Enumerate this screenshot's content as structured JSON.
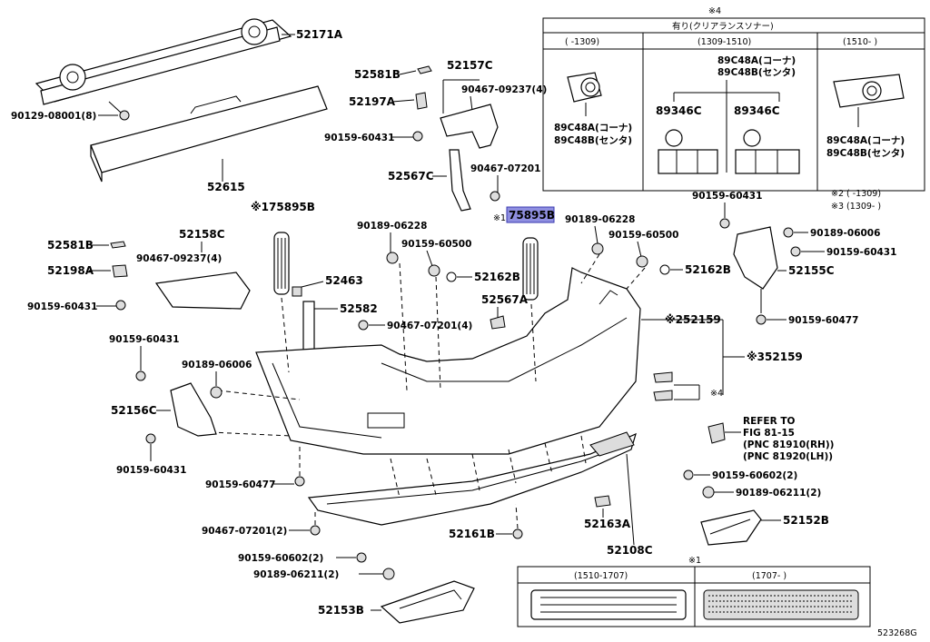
{
  "figure_id": "523268G",
  "highlight_color": "#8f8fe0",
  "parts": {
    "p52171A": "52171A",
    "p52615": "52615",
    "p90129": "90129-08001(8)",
    "p52581B_1": "52581B",
    "p52197A": "52197A",
    "p90159_60431_a": "90159-60431",
    "p52157C": "52157C",
    "p90467_09237_a": "90467-09237(4)",
    "p52567C": "52567C",
    "p90467_07201_a": "90467-07201",
    "p175895B_left": "※175895B",
    "p175895B_hl": "75895B",
    "p175895B_hl_mark": "※1",
    "p52158C": "52158C",
    "p52581B_2": "52581B",
    "p52198A": "52198A",
    "p90467_09237_b": "90467-09237(4)",
    "p90159_60431_b": "90159-60431",
    "p90189_06228_a": "90189-06228",
    "p90159_60500_a": "90159-60500",
    "p52162B_a": "52162B",
    "p52463": "52463",
    "p52582": "52582",
    "p90467_07201_b": "90467-07201(4)",
    "p52567A": "52567A",
    "p90189_06228_b": "90189-06228",
    "p90159_60500_b": "90159-60500",
    "p52162B_b": "52162B",
    "p90159_60431_c": "90159-60431",
    "p90189_06006_a": "90189-06006",
    "p90159_60431_d": "90159-60431",
    "p52155C": "52155C",
    "p90159_60477_a": "90159-60477",
    "p52159_a": "※252159",
    "p52159_b": "※352159",
    "p_mark4": "※4",
    "p90159_60431_e": "90159-60431",
    "p90189_06006_b": "90189-06006",
    "p52156C": "52156C",
    "p90159_60431_f": "90159-60431",
    "p90159_60477_b": "90159-60477",
    "p90467_07201_c": "90467-07201(2)",
    "p90159_60602_a": "90159-60602(2)",
    "p90189_06211_a": "90189-06211(2)",
    "p52153B": "52153B",
    "p52161B": "52161B",
    "p52163A": "52163A",
    "p52108C": "52108C",
    "p90159_60602_b": "90159-60602(2)",
    "p90189_06211_b": "90189-06211(2)",
    "p52152B": "52152B"
  },
  "refer": {
    "line1": "REFER TO",
    "line2": "FIG 81-15",
    "line3": "(PNC 81910(RH))",
    "line4": "(PNC 81920(LH))"
  },
  "notes": {
    "n2": "※2 (      -1309)",
    "n3": "※3 (1309-      )"
  },
  "table4": {
    "mark": "※4",
    "header": "有り(クリアランスソナー)",
    "col1": "(      -1309)",
    "col2": "(1309-1510)",
    "col3": "(1510-      )",
    "c1_a": "89C48A(コーナ)",
    "c1_b": "89C48B(センタ)",
    "c2_top_a": "89C48A(コーナ)",
    "c2_top_b": "89C48B(センタ)",
    "c2_l": "89346C",
    "c2_r": "89346C",
    "c3_a": "89C48A(コーナ)",
    "c3_b": "89C48B(センタ)"
  },
  "table1": {
    "mark": "※1",
    "col1": "(1510-1707)",
    "col2": "(1707-      )"
  }
}
